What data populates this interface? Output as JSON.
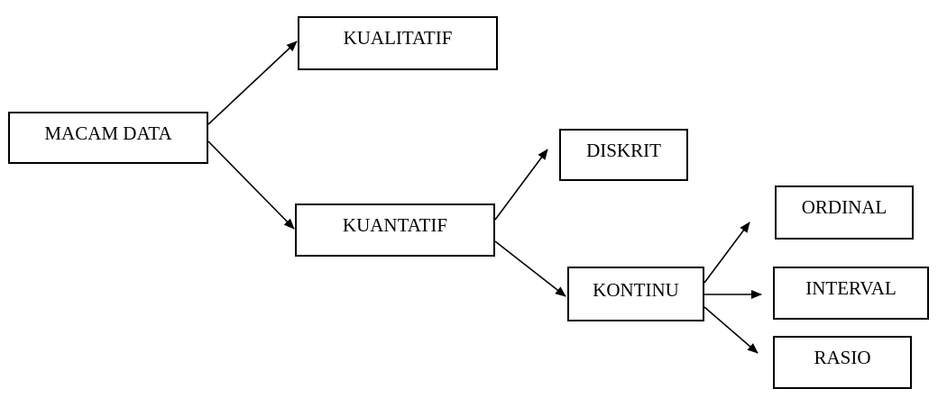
{
  "nodes": {
    "macam_data": "MACAM DATA",
    "kualitatif": "KUALITATIF",
    "kuantatif": "KUANTATIF",
    "diskrit": "DISKRIT",
    "kontinu": "KONTINU",
    "ordinal": "ORDINAL",
    "interval": "INTERVAL",
    "rasio": "RASIO"
  },
  "colors": {
    "stroke": "#000000",
    "background": "#ffffff"
  }
}
